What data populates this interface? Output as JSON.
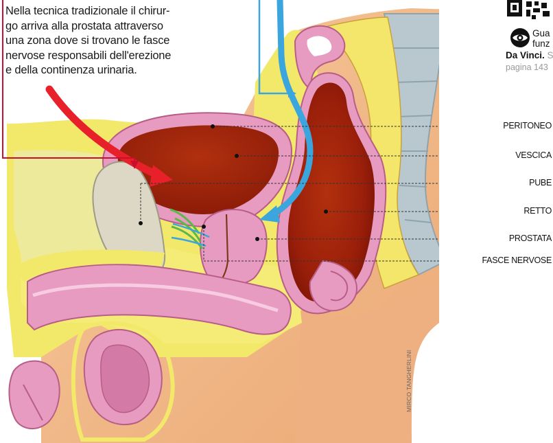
{
  "caption": {
    "lines": [
      "Nella tecnica tradizionale il chirur-",
      "go arriva alla prostata attraverso",
      "una zona dove si trovano le fasce",
      "nervose responsabili dell'erezione",
      "e della continenza urinaria."
    ]
  },
  "labels": {
    "peritoneo": "PERITONEO",
    "vescica": "VESCICA",
    "pube": "PUBE",
    "retto": "RETTO",
    "prostata": "PROSTATA",
    "fasce_nervose": "FASCE NERVOSE"
  },
  "sidebar": {
    "eye_line1": "Gua",
    "eye_line2": "funz",
    "davinci_bold": "Da Vinci.",
    "davinci_rest": "S",
    "pagina": "pagina 143"
  },
  "credit": "MIRCO TANGHERLINI",
  "colors": {
    "traditional_arrow": "#e8202a",
    "robotic_arrow": "#3aa6dd",
    "skin": "#f1b987",
    "fat": "#f5eb6a",
    "mucosa": "#e79bc0",
    "organ_inside": "#a7230b",
    "bone": "#dcd8c5",
    "spine": "#b9c8cf"
  }
}
